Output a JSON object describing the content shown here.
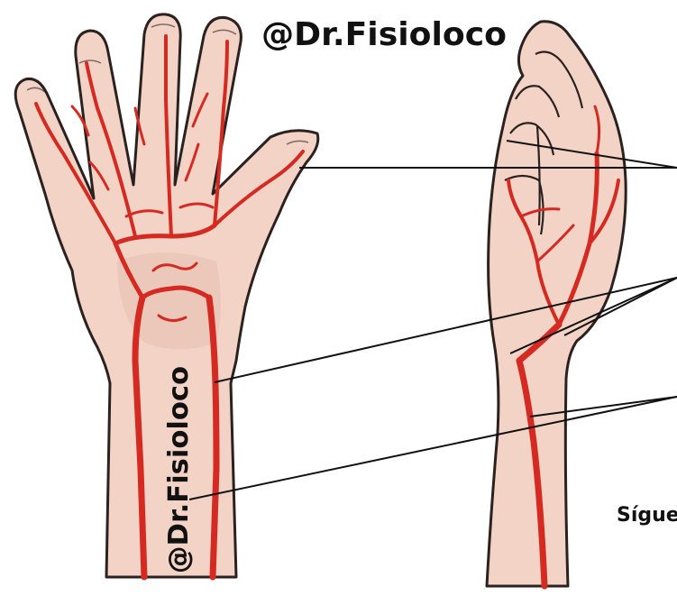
{
  "watermark_top": "@Dr.Fisioloco",
  "watermark_vertical": "@Dr.Fisioloco",
  "caption_cut": "Sígue",
  "colors": {
    "skin": "#f2d3c6",
    "skin_shadow": "#e8bfb0",
    "outline": "#2b2220",
    "artery": "#d42a22",
    "leader_line": "#111111",
    "background": "#ffffff"
  }
}
